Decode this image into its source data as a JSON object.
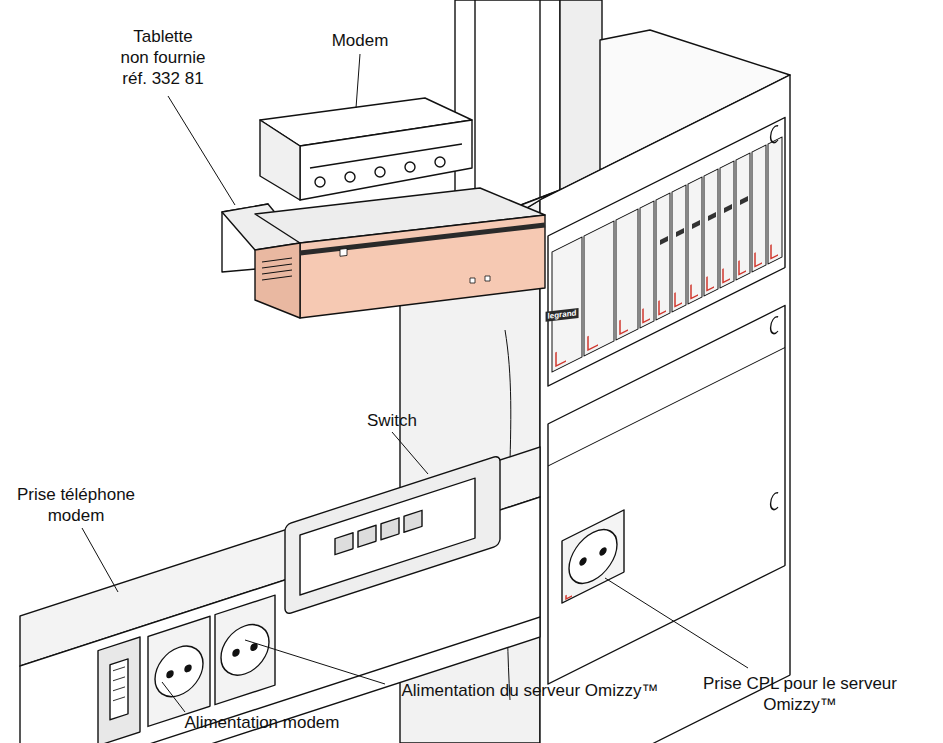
{
  "diagram": {
    "labels": [
      "Modem",
      "Tablette non fournie réf. 332 81",
      "Switch",
      "Prise téléphone modem",
      "Alimentation du serveur Omizzy™",
      "Alimentation modem",
      "Prise CPL pour le serveur Omizzy™",
      "legrand"
    ]
  }
}
